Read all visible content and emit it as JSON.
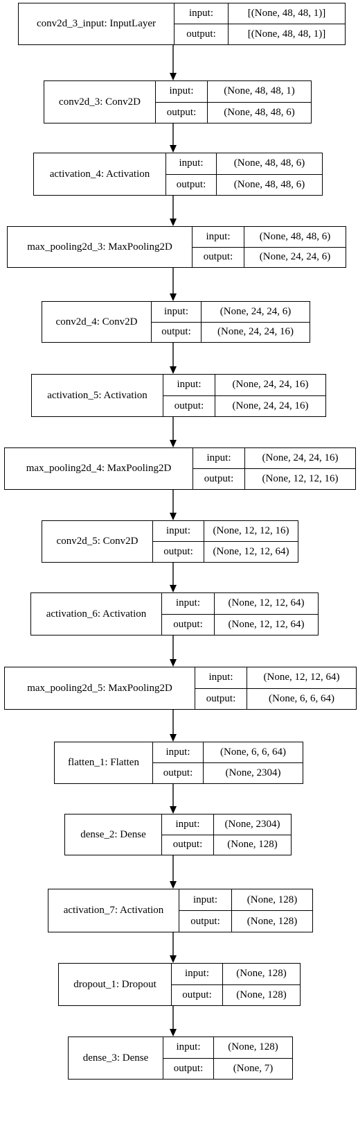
{
  "labels": {
    "input": "input:",
    "output": "output:"
  },
  "layers": [
    {
      "name": "conv2d_3_input: InputLayer",
      "input": "[(None, 48, 48, 1)]",
      "output": "[(None, 48, 48, 1)]"
    },
    {
      "name": "conv2d_3: Conv2D",
      "input": "(None, 48, 48, 1)",
      "output": "(None, 48, 48, 6)"
    },
    {
      "name": "activation_4: Activation",
      "input": "(None, 48, 48, 6)",
      "output": "(None, 48, 48, 6)"
    },
    {
      "name": "max_pooling2d_3: MaxPooling2D",
      "input": "(None, 48, 48, 6)",
      "output": "(None, 24, 24, 6)"
    },
    {
      "name": "conv2d_4: Conv2D",
      "input": "(None, 24, 24, 6)",
      "output": "(None, 24, 24, 16)"
    },
    {
      "name": "activation_5: Activation",
      "input": "(None, 24, 24, 16)",
      "output": "(None, 24, 24, 16)"
    },
    {
      "name": "max_pooling2d_4: MaxPooling2D",
      "input": "(None, 24, 24, 16)",
      "output": "(None, 12, 12, 16)"
    },
    {
      "name": "conv2d_5: Conv2D",
      "input": "(None, 12, 12, 16)",
      "output": "(None, 12, 12, 64)"
    },
    {
      "name": "activation_6: Activation",
      "input": "(None, 12, 12, 64)",
      "output": "(None, 12, 12, 64)"
    },
    {
      "name": "max_pooling2d_5: MaxPooling2D",
      "input": "(None, 12, 12, 64)",
      "output": "(None, 6, 6, 64)"
    },
    {
      "name": "flatten_1: Flatten",
      "input": "(None, 6, 6, 64)",
      "output": "(None, 2304)"
    },
    {
      "name": "dense_2: Dense",
      "input": "(None, 2304)",
      "output": "(None, 128)"
    },
    {
      "name": "activation_7: Activation",
      "input": "(None, 128)",
      "output": "(None, 128)"
    },
    {
      "name": "dropout_1: Dropout",
      "input": "(None, 128)",
      "output": "(None, 128)"
    },
    {
      "name": "dense_3: Dense",
      "input": "(None, 128)",
      "output": "(None, 7)"
    }
  ]
}
